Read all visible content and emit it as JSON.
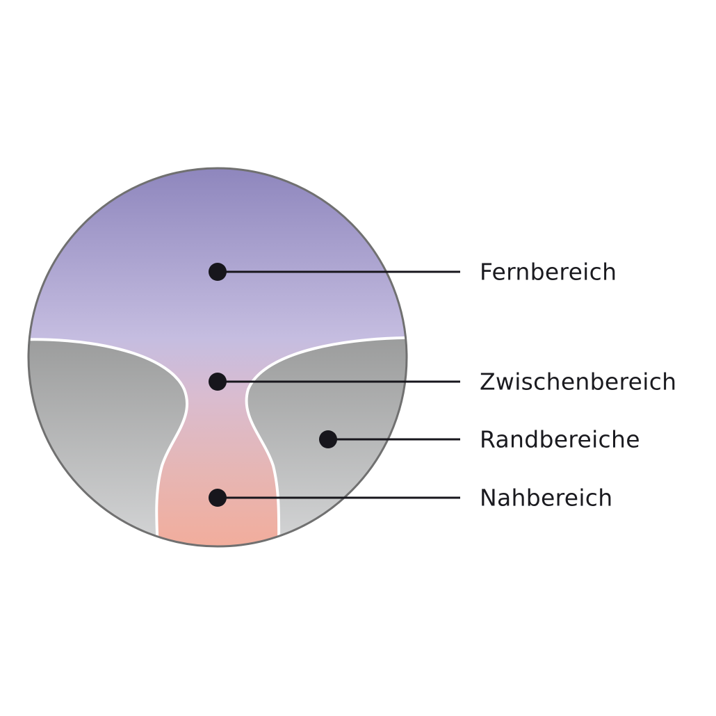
{
  "labels": {
    "far": "Fernbereich",
    "intermediate": "Zwischenbereich",
    "peripheral": "Randbereiche",
    "near": "Nahbereich"
  },
  "colors": {
    "far_top": "#8e86bd",
    "far_bottom": "#c5bde0",
    "near_bottom": "#f2ad9c",
    "peripheral_top": "#9c9d9d",
    "peripheral_bottom": "#d3d4d5",
    "outline": "#707070",
    "marker": "#17161c"
  }
}
